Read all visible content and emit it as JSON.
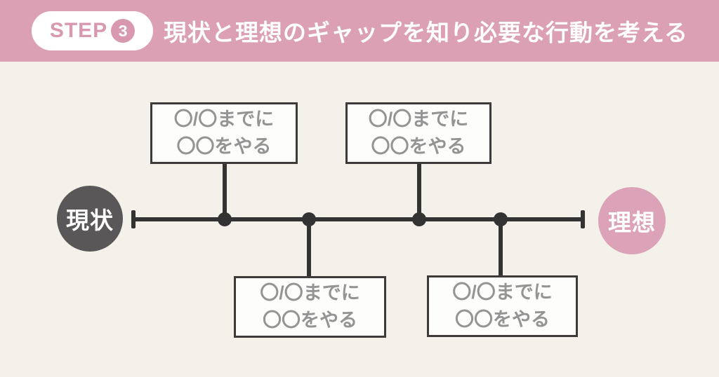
{
  "header": {
    "badge": {
      "step_label": "STEP",
      "step_number": "3"
    },
    "title": "現状と理想のギャップを知り必要な行動を考える"
  },
  "timeline": {
    "start_label": "現状",
    "end_label": "理想",
    "tasks": [
      {
        "position": "above",
        "line1": "〇/〇までに",
        "line2": "〇〇をやる"
      },
      {
        "position": "below",
        "line1": "〇/〇までに",
        "line2": "〇〇をやる"
      },
      {
        "position": "above",
        "line1": "〇/〇までに",
        "line2": "〇〇をやる"
      },
      {
        "position": "below",
        "line1": "〇/〇までに",
        "line2": "〇〇をやる"
      }
    ]
  },
  "colors": {
    "header_pink": "#dca0b5",
    "badge_bg": "#ffffff",
    "accent_pink": "#d898b0",
    "ideal_pink": "#dca3b8",
    "current_gray": "#595757",
    "background": "#f4f1eb",
    "line": "#333333",
    "box_border": "#3e3a39",
    "box_text": "#949494"
  }
}
